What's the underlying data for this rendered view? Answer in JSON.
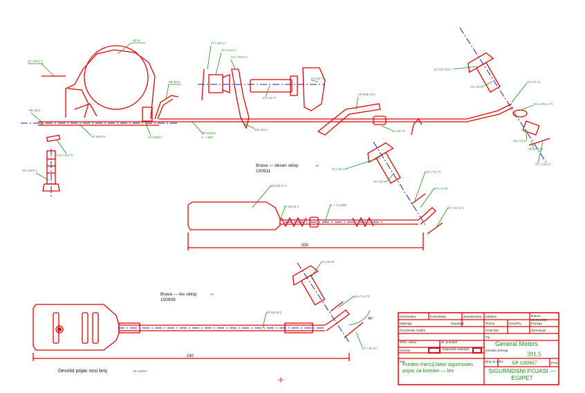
{
  "labels": {
    "spool_top": "SP 0S",
    "part_a": "SI 7.0054 1",
    "part_b": "PR 1003",
    "part_c": "SP 100544",
    "part_d": "SP 100543",
    "part_e": "PR 0004",
    "part_f": "SI 6.7196 79",
    "part_g": "SI 6.3095 1",
    "cable1": "SP 100419",
    "cable1_len": "L = 3007",
    "part_h": "SI 7.2054 1",
    "part_i": "SI 6.25x4 1",
    "part_j": "SI 6.7364 71",
    "part_k": "SI 6.23 77",
    "part_l": "SI 6.30 01",
    "part_m": "SI 6.20 74",
    "part_n": "SI 6.30 01",
    "part_o": "SP 0000 10 6",
    "part_p": "SI 6.30 70",
    "part_q": "SI 7.07 10 07",
    "part_r": "SI 6.30 09",
    "part_s": "SI 6.35 14",
    "part_t": "SI 6.2784 1 73",
    "part_u": "SI 6.3 8 01",
    "part_v": "SP 6041 16",
    "part_w": "SI 7.3 054 1",
    "part_x": "SI 7.28 10 1",
    "part_y": "SI 6.30 90",
    "part_z": "SI 6.71 6 79",
    "part_aa": "SI 6.31 09",
    "part_ab": "SI 7.30 54 1",
    "part_ac": "SP 100 31 3",
    "part_ad": "SP 100 42 4",
    "part_ae": "L = 1 0.0066",
    "part_af": "SI 6.30 99",
    "part_ag": "SI 6.71 6 79",
    "part_ah": "SP 100 40 2",
    "part_ai": "SI 7.30 54 1"
  },
  "captions": {
    "right_title": "Brava — desen sklop",
    "right_code_prefix": "SP",
    "right_code": "100911",
    "right_dim": "330",
    "left_title": "Brava — lev sklop",
    "left_code_prefix": "SP",
    "left_code": "100909",
    "left_dim": "240",
    "angle": "45°",
    "bottom_note": "Desnlot pojas nosi broj",
    "bottom_note_code": "SP 100908"
  },
  "titleblock": {
    "c1": "Konstruktor",
    "c2": "Kontrolisao",
    "c3": "Standardizao",
    "c4": "Odobrio",
    "c5": "Datum",
    "c5v": "25.05.2003",
    "r2a": "Materijal",
    "r2b": "Standard",
    "r2c": "Tezina",
    "r2d": "Kom/Prv",
    "r2e": "Pozicija",
    "r3a": "Povrsinska zastita",
    "r3b": "Vrsta bav",
    "r3c": "Zamenjuje",
    "r4a": "Tehn. uslovi",
    "r4b": "Sl. protokol",
    "r4c": "Tip",
    "r4d": "General Motors",
    "r4e": "391.5",
    "r5a": "Izmena",
    "r5b": "Dopunski materijal",
    "r5c": "Oznaka zbirnog",
    "r6a": "Ime",
    "r6b": "Preden Inerci[Jalen sigurnosen pojas za komion — lev",
    "r6c": "Broj na crtez",
    "r6d": "SP 100907",
    "r6e": "Prva",
    "r7": "SIGURNOSNI POJASI — EGIPET"
  }
}
